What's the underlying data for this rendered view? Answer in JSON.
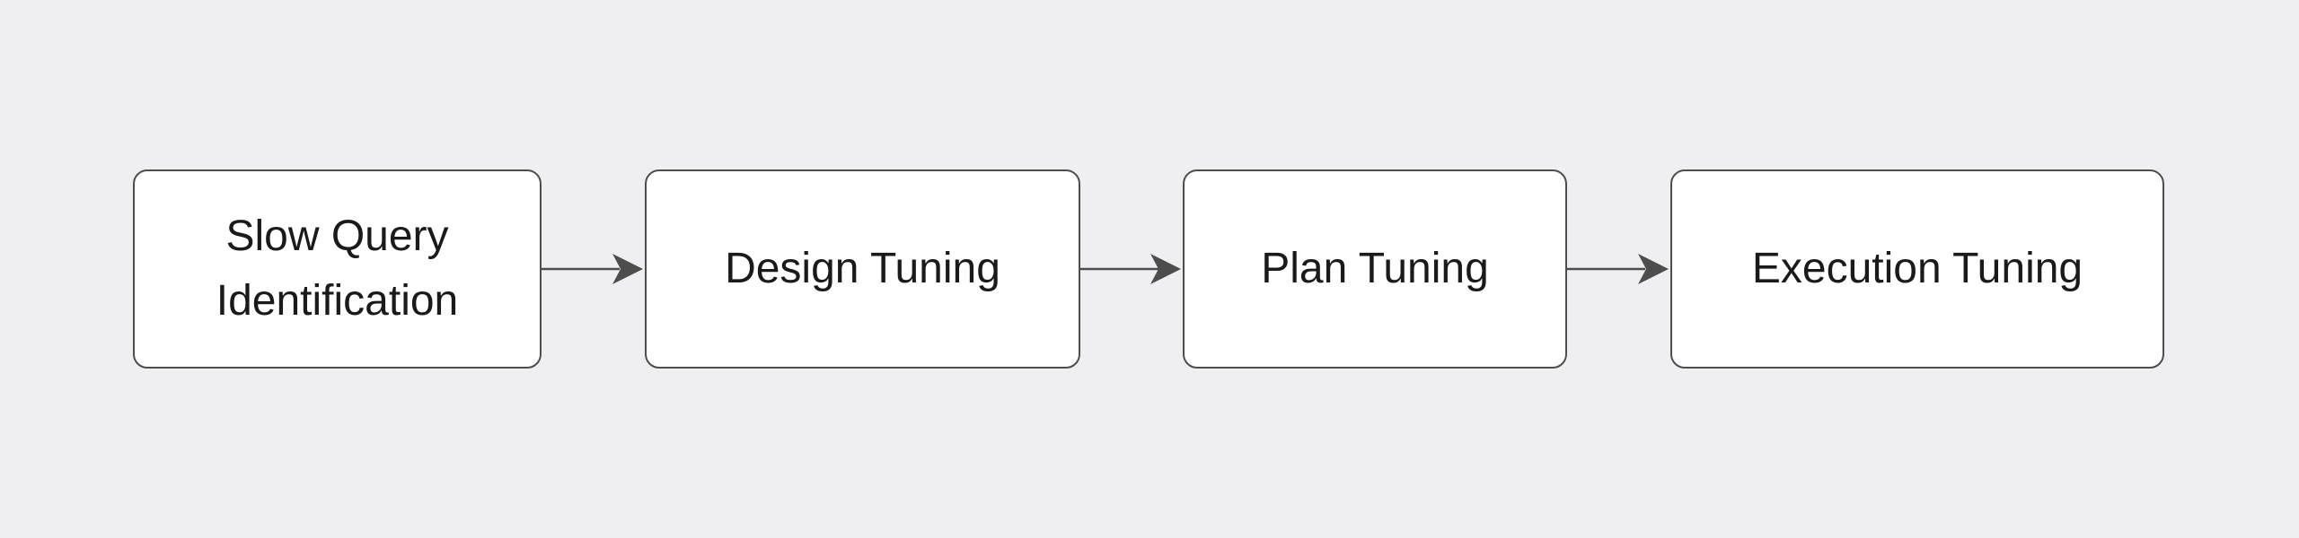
{
  "diagram": {
    "type": "flowchart",
    "direction": "left-to-right",
    "steps": [
      {
        "label": "Slow Query Identification"
      },
      {
        "label": "Design Tuning"
      },
      {
        "label": "Plan Tuning"
      },
      {
        "label": "Execution Tuning"
      }
    ]
  },
  "colors": {
    "background": "#efeff1",
    "node_fill": "#ffffff",
    "node_border": "#4d4d4d",
    "arrow": "#4d4d4d",
    "text": "#1a1a1a"
  }
}
